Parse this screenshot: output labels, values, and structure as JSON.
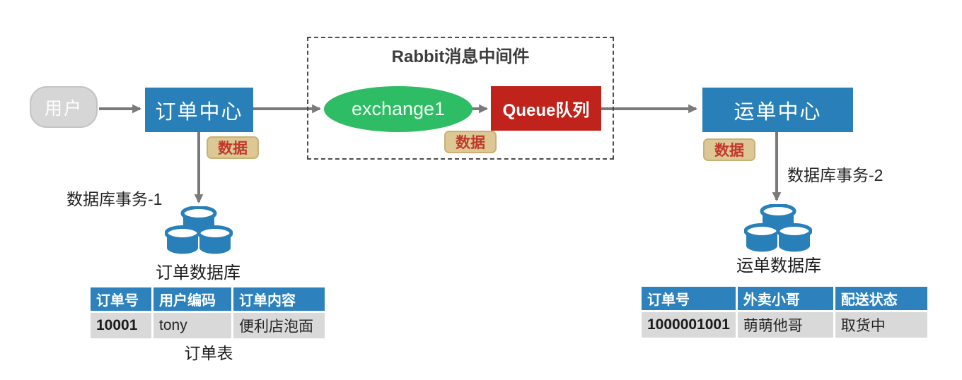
{
  "colors": {
    "blue": "#2980b9",
    "table_header_blue": "#2d82bd",
    "green": "#2ebc64",
    "red": "#c0231b",
    "badge_bg": "#ddc795",
    "badge_text": "#c0392b",
    "arrow_gray": "#7a7a7a",
    "node_gray": "#d6d6d6",
    "row_gray": "#d9d9d9"
  },
  "nodes": {
    "user": {
      "label": "用户"
    },
    "order_center": {
      "label": "订单中心"
    },
    "waybill_center": {
      "label": "运单中心"
    },
    "exchange": {
      "label": "exchange1"
    },
    "queue": {
      "label": "Queue队列"
    }
  },
  "middleware": {
    "title": "Rabbit消息中间件"
  },
  "badges": {
    "data_label": "数据"
  },
  "annotations": {
    "db_transaction_1": "数据库事务-1",
    "db_transaction_2": "数据库事务-2",
    "order_db": "订单数据库",
    "waybill_db": "运单数据库",
    "order_table_caption": "订单表"
  },
  "order_table": {
    "headers": [
      "订单号",
      "用户编码",
      "订单内容"
    ],
    "rows": [
      [
        "10001",
        "tony",
        "便利店泡面"
      ]
    ]
  },
  "waybill_table": {
    "headers": [
      "订单号",
      "外卖小哥",
      "配送状态"
    ],
    "rows": [
      [
        "1000001001",
        "萌萌他哥",
        "取货中"
      ]
    ]
  }
}
